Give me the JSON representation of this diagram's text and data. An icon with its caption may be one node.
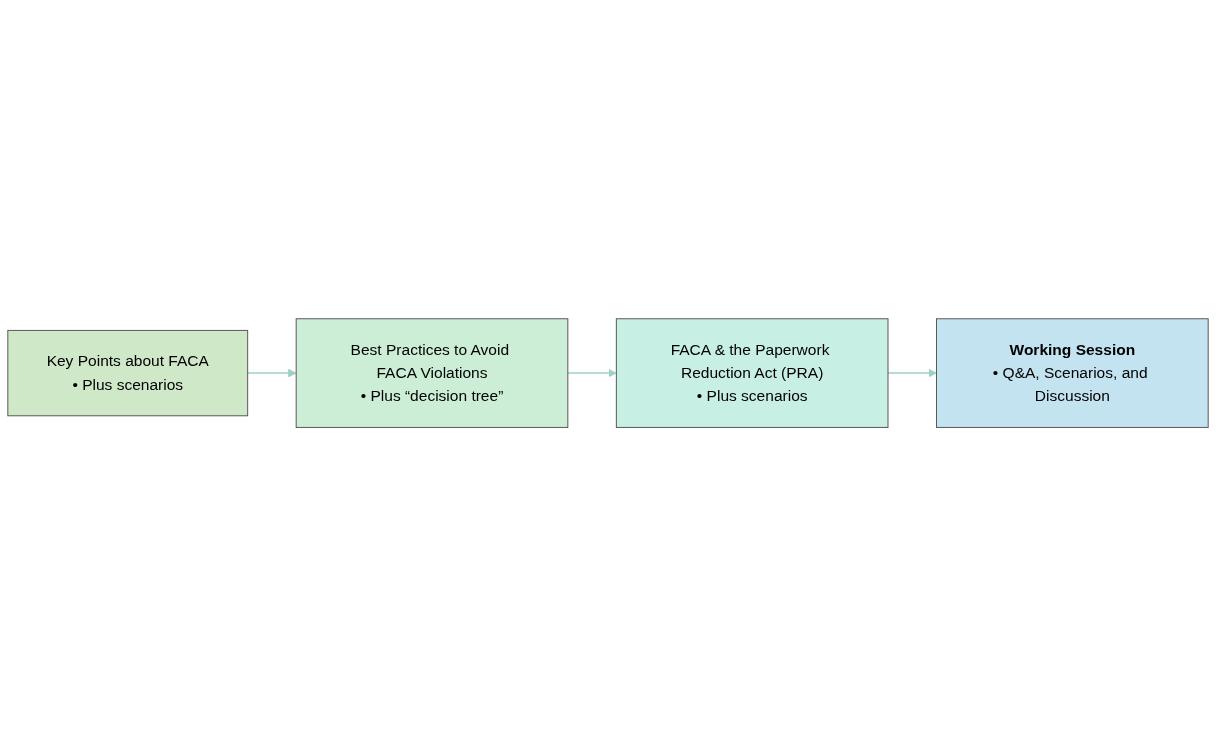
{
  "diagram": {
    "nodes": [
      {
        "text": [
          "Key Points about FACA",
          "• Plus scenarios"
        ]
      },
      {
        "text": [
          "Best Practices to Avoid FACA Violations",
          "• Plus “decision tree”"
        ]
      },
      {
        "text": [
          "FACA & the Paperwork Reduction Act (PRA)",
          "• Plus scenarios"
        ]
      },
      {
        "text": [
          "Working Session",
          "• Q&A, Scenarios, and Discussion"
        ]
      }
    ],
    "edges": [
      {
        "from": 0,
        "to": 1,
        "arrow": "to"
      },
      {
        "from": 1,
        "to": 2,
        "arrow": "to"
      },
      {
        "from": 2,
        "to": 3,
        "arrow": "to"
      }
    ]
  }
}
